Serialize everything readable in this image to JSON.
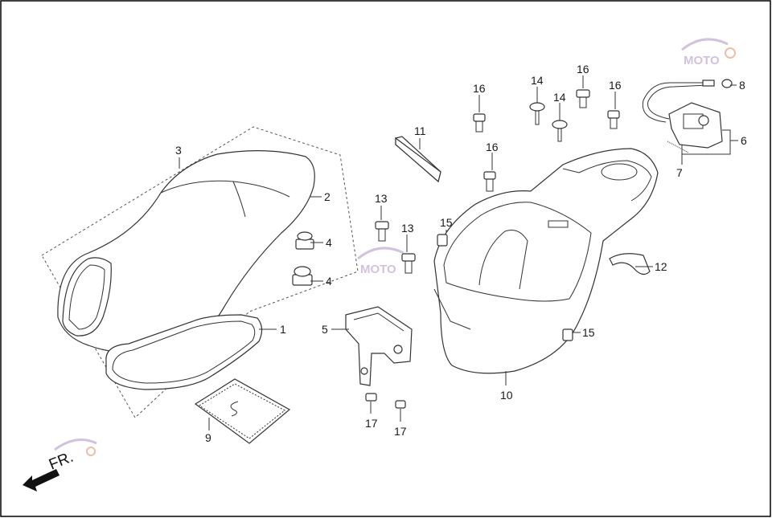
{
  "labels": {
    "l1": "1",
    "l2": "2",
    "l3": "3",
    "l4a": "4",
    "l4b": "4",
    "l5": "5",
    "l6": "6",
    "l7": "7",
    "l8": "8",
    "l9": "9",
    "l10": "10",
    "l11": "11",
    "l12": "12",
    "l13a": "13",
    "l13b": "13",
    "l14a": "14",
    "l14b": "14",
    "l15a": "15",
    "l15b": "15",
    "l16a": "16",
    "l16b": "16",
    "l16c": "16",
    "l16d": "16",
    "l17a": "17",
    "l17b": "17"
  },
  "direction_label": "FR.",
  "watermark": "MOTO",
  "colors": {
    "line": "#333333",
    "frame": "#000000",
    "watermark": "#c8b4d8"
  }
}
